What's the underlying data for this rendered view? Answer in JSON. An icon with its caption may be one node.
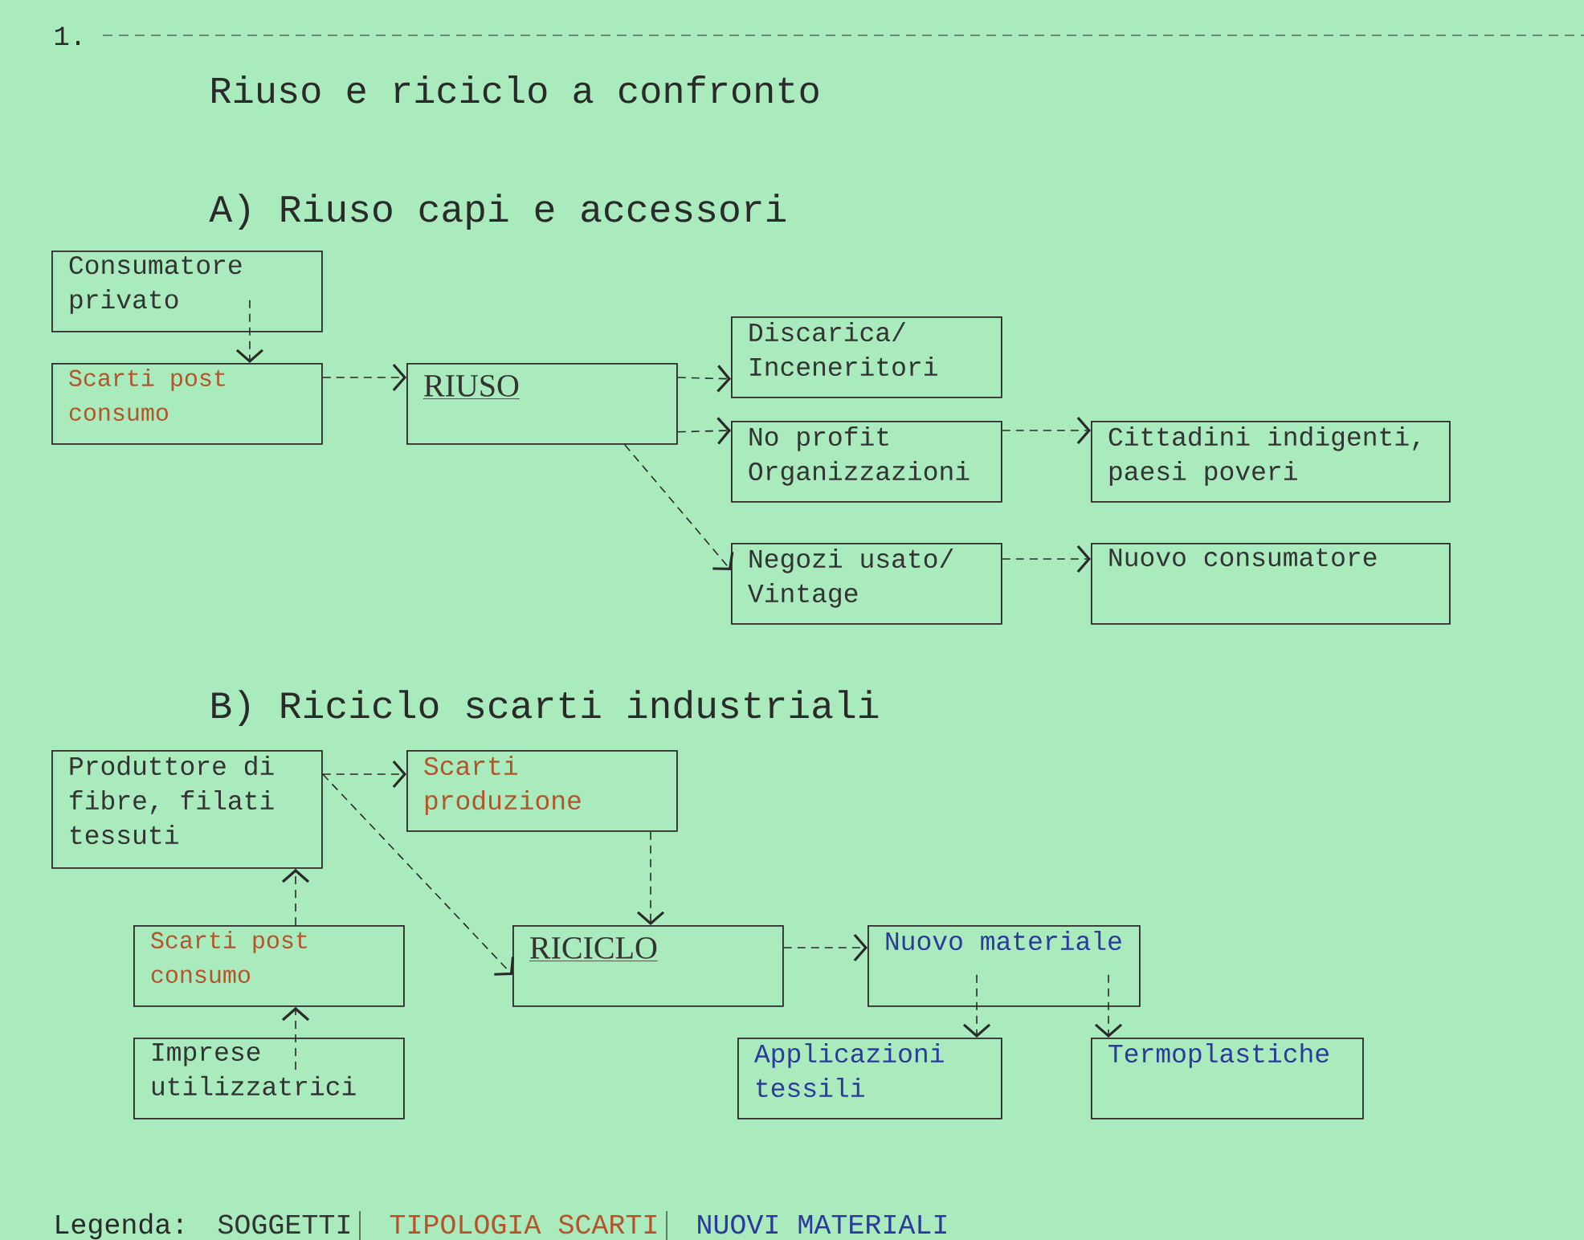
{
  "diagram": {
    "title": "Riuso e riciclo a confronto",
    "nodes": [
      {
        "text": [
          "Consumatore privato"
        ]
      },
      {
        "text": [
          "Scarti post consumo"
        ]
      },
      {
        "text": [
          "RIUSO"
        ]
      },
      {
        "text": [
          "Discarica/ Inceneritori"
        ]
      },
      {
        "text": [
          "No profit Organizzazioni"
        ]
      },
      {
        "text": [
          "Cittadini indigenti, paesi poveri"
        ]
      },
      {
        "text": [
          "Negozi usato/ Vintage"
        ]
      },
      {
        "text": [
          "Nuovo consumatore"
        ]
      },
      {
        "text": [
          "Produttore di fibre, filati tessuti"
        ]
      },
      {
        "text": [
          "Scarti produzione"
        ]
      },
      {
        "text": [
          "Scarti post consumo"
        ]
      },
      {
        "text": [
          "Imprese utilizzatrici"
        ]
      },
      {
        "text": [
          "RICICLO"
        ]
      },
      {
        "text": [
          "Nuovo materiale"
        ]
      },
      {
        "text": [
          "Applicazioni tessili"
        ]
      },
      {
        "text": [
          "Termoplastiche"
        ]
      }
    ],
    "edges": [
      {
        "from": 0,
        "to": 1,
        "arrow": "to",
        "style": "dashed"
      },
      {
        "from": 1,
        "to": 2,
        "arrow": "to",
        "style": "dashed"
      },
      {
        "from": 2,
        "to": 3,
        "arrow": "to",
        "style": "dashed"
      },
      {
        "from": 2,
        "to": 4,
        "arrow": "to",
        "style": "dashed"
      },
      {
        "from": 2,
        "to": 6,
        "arrow": "to",
        "style": "dashed"
      },
      {
        "from": 4,
        "to": 5,
        "arrow": "to",
        "style": "dashed"
      },
      {
        "from": 6,
        "to": 7,
        "arrow": "to",
        "style": "dashed"
      },
      {
        "from": 8,
        "to": 9,
        "arrow": "to",
        "style": "dashed"
      },
      {
        "from": 8,
        "to": 12,
        "arrow": "to",
        "style": "dashed"
      },
      {
        "from": 9,
        "to": 12,
        "arrow": "to",
        "style": "dashed"
      },
      {
        "from": 10,
        "to": 8,
        "arrow": "to",
        "style": "dashed"
      },
      {
        "from": 11,
        "to": 10,
        "arrow": "to",
        "style": "dashed"
      },
      {
        "from": 12,
        "to": 13,
        "arrow": "to",
        "style": "dashed"
      },
      {
        "from": 13,
        "to": 14,
        "arrow": "to",
        "style": "dashed"
      },
      {
        "from": 13,
        "to": 15,
        "arrow": "to",
        "style": "dashed"
      }
    ],
    "labels": [
      "1.",
      "A) Riuso capi e accessori",
      "B) Riciclo scarti industriali",
      "Legenda:"
    ],
    "legend": [
      {
        "text": "SOGGETTI",
        "color": "#333333"
      },
      {
        "text": "TIPOLOGIA SCARTI",
        "color": "#b5542a"
      },
      {
        "text": "NUOVI MATERIALI",
        "color": "#2b3a9c"
      }
    ]
  }
}
